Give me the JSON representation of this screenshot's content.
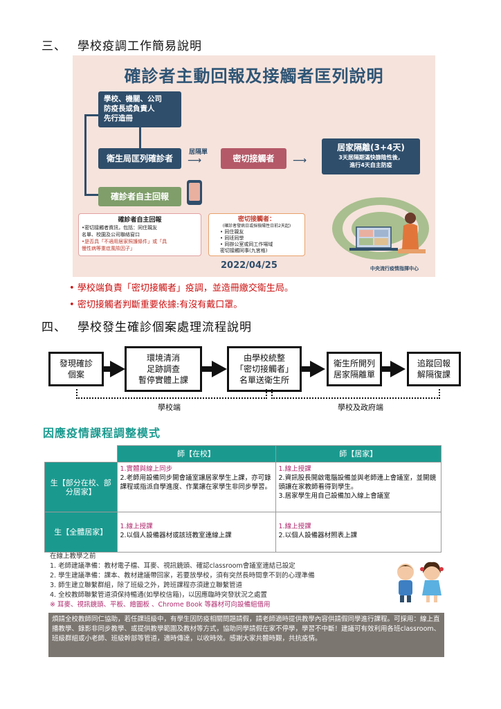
{
  "section3": {
    "num": "三、",
    "title": "學校疫調工作簡易說明"
  },
  "infographic": {
    "title": "確診者主動回報及接觸者匡列說明",
    "box_school": [
      "學校、機關、公司",
      "防疫長或負責人",
      "先行造冊"
    ],
    "box_health": "衛生局匡列確診者",
    "arrow_label": "居隔單",
    "box_contact": "密切接觸者",
    "box_quarantine": {
      "title": "居家隔離(3+4天)",
      "line1": "3天居隔期滿快篩陰性後，",
      "line2": "進行4天自主防疫"
    },
    "box_self": "確診者自主回報",
    "note_left": {
      "title": "確診者自主回報",
      "lines": [
        "•密切接觸者資訊，包括：同住親友",
        "  名單、校園及公司聯絡窗口",
        "•是否具「不適用居家照護條件」或「具",
        "  慢性病等重症風險因子」"
      ]
    },
    "note_right": {
      "title": "密切接觸者：",
      "sub": "(確診者發病日或採檢陽性日前2天起)",
      "lines": [
        "• 同住親友",
        "• 同班同學",
        "• 同辦公室或同工作場域",
        "  密切接觸同事(九宮格)"
      ]
    },
    "date": "2022/04/25",
    "source": "中央流行疫情指揮中心"
  },
  "bullets": [
    "學校端負責「密切接觸者」疫調，並造冊繳交衛生局。",
    "密切接觸者判斷重要依據:有沒有戴口罩。"
  ],
  "section4": {
    "num": "四、",
    "title": "學校發生確診個案處理流程說明"
  },
  "flow": {
    "steps": [
      [
        "發現確診",
        "個案"
      ],
      [
        "環境清消",
        "足跡調查",
        "暫停實體上課"
      ],
      [
        "由學校統整",
        "「密切接觸者」",
        "名單送衛生所"
      ],
      [
        "衛生所開列",
        "居家隔離單"
      ],
      [
        "追蹤回報",
        "解隔復課"
      ]
    ],
    "label_school": "學校端",
    "label_gov": "學校及政府端"
  },
  "course": {
    "title": "因應疫情課程調整模式",
    "col_school": "師【在校】",
    "col_home": "師【居家】",
    "row1": {
      "head": "生【部分在校、部分居家】",
      "school": [
        "1.實體與線上同步",
        "2.老師用設備同步開會議室讓居家學生上課，亦可錄課程或指派自學進度、作業讓在家學生非同步學習。"
      ],
      "home": [
        "1.線上授課",
        "2.資訊股長開啟電腦設備並與老師連上會議室，並開鏡頭讓在家教師看得到學生。",
        "3.居家學生用自己設備加入線上會議室"
      ]
    },
    "row2": {
      "head": "生【全體居家】",
      "school": [
        "1.線上授課",
        "2.以個人設備器材或該班教室連線上課"
      ],
      "home": [
        "1.線上授課",
        "2.以個人設備器材照表上課"
      ]
    },
    "prep_title": "在線上教學之前",
    "prep": [
      "1. 老師建議準備：教材電子檔、耳麥、視訊鏡頭、確認classroom會議室連結已設定",
      "2. 學生建議準備：課本、教材建議帶回家，若要放學校，須有突然長時間拿不到的心理準備",
      "3. 師生建立聯繫群組，除了班級之外，跨班課程亦須建立聯繫管道",
      "4. 全校教師聯繫管道須保持暢通(如學校信箱)，以因應臨時突發狀況之處置"
    ],
    "equip": "※ 耳麥、視訊鏡頭、平板、繪圖板 、Chrome Book 等器材可向設備組借用",
    "notice": "煩請全校教師同仁協助，若任課班級中，有學生因防疫相關問題請假，請老師適時提供教學內容供請假同學進行課程。可採用：線上直播教學、錄影非同步教學、或提供教學範圍及教材等方式，協助同學請假在家不停學，學習不中斷！建議可有效利用各班classroom、班級群組或小老師、班級幹部等管道，適時傳達，以收時效。感謝大家共體時艱，共抗疫情。"
  },
  "colors": {
    "teal": "#1a9a8f",
    "navy": "#2f4e6b",
    "red": "#cc1111",
    "rose": "#b45968",
    "green": "#7f9e6a"
  }
}
